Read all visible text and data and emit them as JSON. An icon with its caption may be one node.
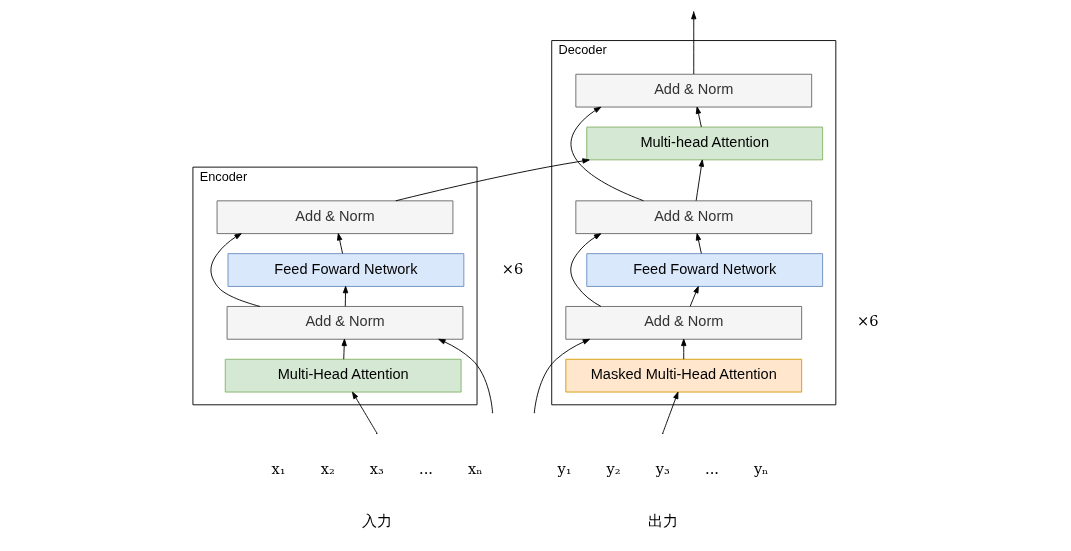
{
  "diagram": {
    "nodes": [
      {
        "text": [
          "Encoder"
        ]
      },
      {
        "text": [
          "Add & Norm"
        ],
        "in": 0
      },
      {
        "text": [
          "Feed Foward Network"
        ],
        "in": 0
      },
      {
        "text": [
          "Add & Norm"
        ],
        "in": 0
      },
      {
        "text": [
          "Multi-Head Attention"
        ],
        "in": 0
      },
      {
        "text": [
          "Decoder"
        ]
      },
      {
        "text": [
          "Add & Norm"
        ],
        "in": 5
      },
      {
        "text": [
          "Multi-head Attention"
        ],
        "in": 5
      },
      {
        "text": [
          "Add & Norm"
        ],
        "in": 5
      },
      {
        "text": [
          "Feed Foward Network"
        ],
        "in": 5
      },
      {
        "text": [
          "Add & Norm"
        ],
        "in": 5
      },
      {
        "text": [
          "Masked Multi-Head Attention"
        ],
        "in": 5
      }
    ],
    "edges": [
      {
        "from": null,
        "to": 4,
        "arrow": "to"
      },
      {
        "from": null,
        "to": 3,
        "arrow": "to"
      },
      {
        "from": 4,
        "to": 3,
        "arrow": "to"
      },
      {
        "from": 3,
        "to": 2,
        "arrow": "to"
      },
      {
        "from": 3,
        "to": 1,
        "arrow": "to"
      },
      {
        "from": 2,
        "to": 1,
        "arrow": "to"
      },
      {
        "from": 1,
        "to": 7,
        "arrow": "to"
      },
      {
        "from": null,
        "to": 11,
        "arrow": "to"
      },
      {
        "from": null,
        "to": 10,
        "arrow": "to"
      },
      {
        "from": 11,
        "to": 10,
        "arrow": "to"
      },
      {
        "from": 10,
        "to": 9,
        "arrow": "to"
      },
      {
        "from": 10,
        "to": 8,
        "arrow": "to"
      },
      {
        "from": 9,
        "to": 8,
        "arrow": "to"
      },
      {
        "from": 8,
        "to": 7,
        "arrow": "to"
      },
      {
        "from": 8,
        "to": 6,
        "arrow": "to"
      },
      {
        "from": 7,
        "to": 6,
        "arrow": "to"
      },
      {
        "from": 6,
        "to": null,
        "arrow": "to"
      }
    ],
    "labels": [
      "×6",
      "x₁",
      "x₂",
      "x₃",
      "...",
      "xₙ",
      "入力",
      "×6",
      "y₁",
      "y₂",
      "y₃",
      "...",
      "yₙ",
      "出力"
    ]
  }
}
